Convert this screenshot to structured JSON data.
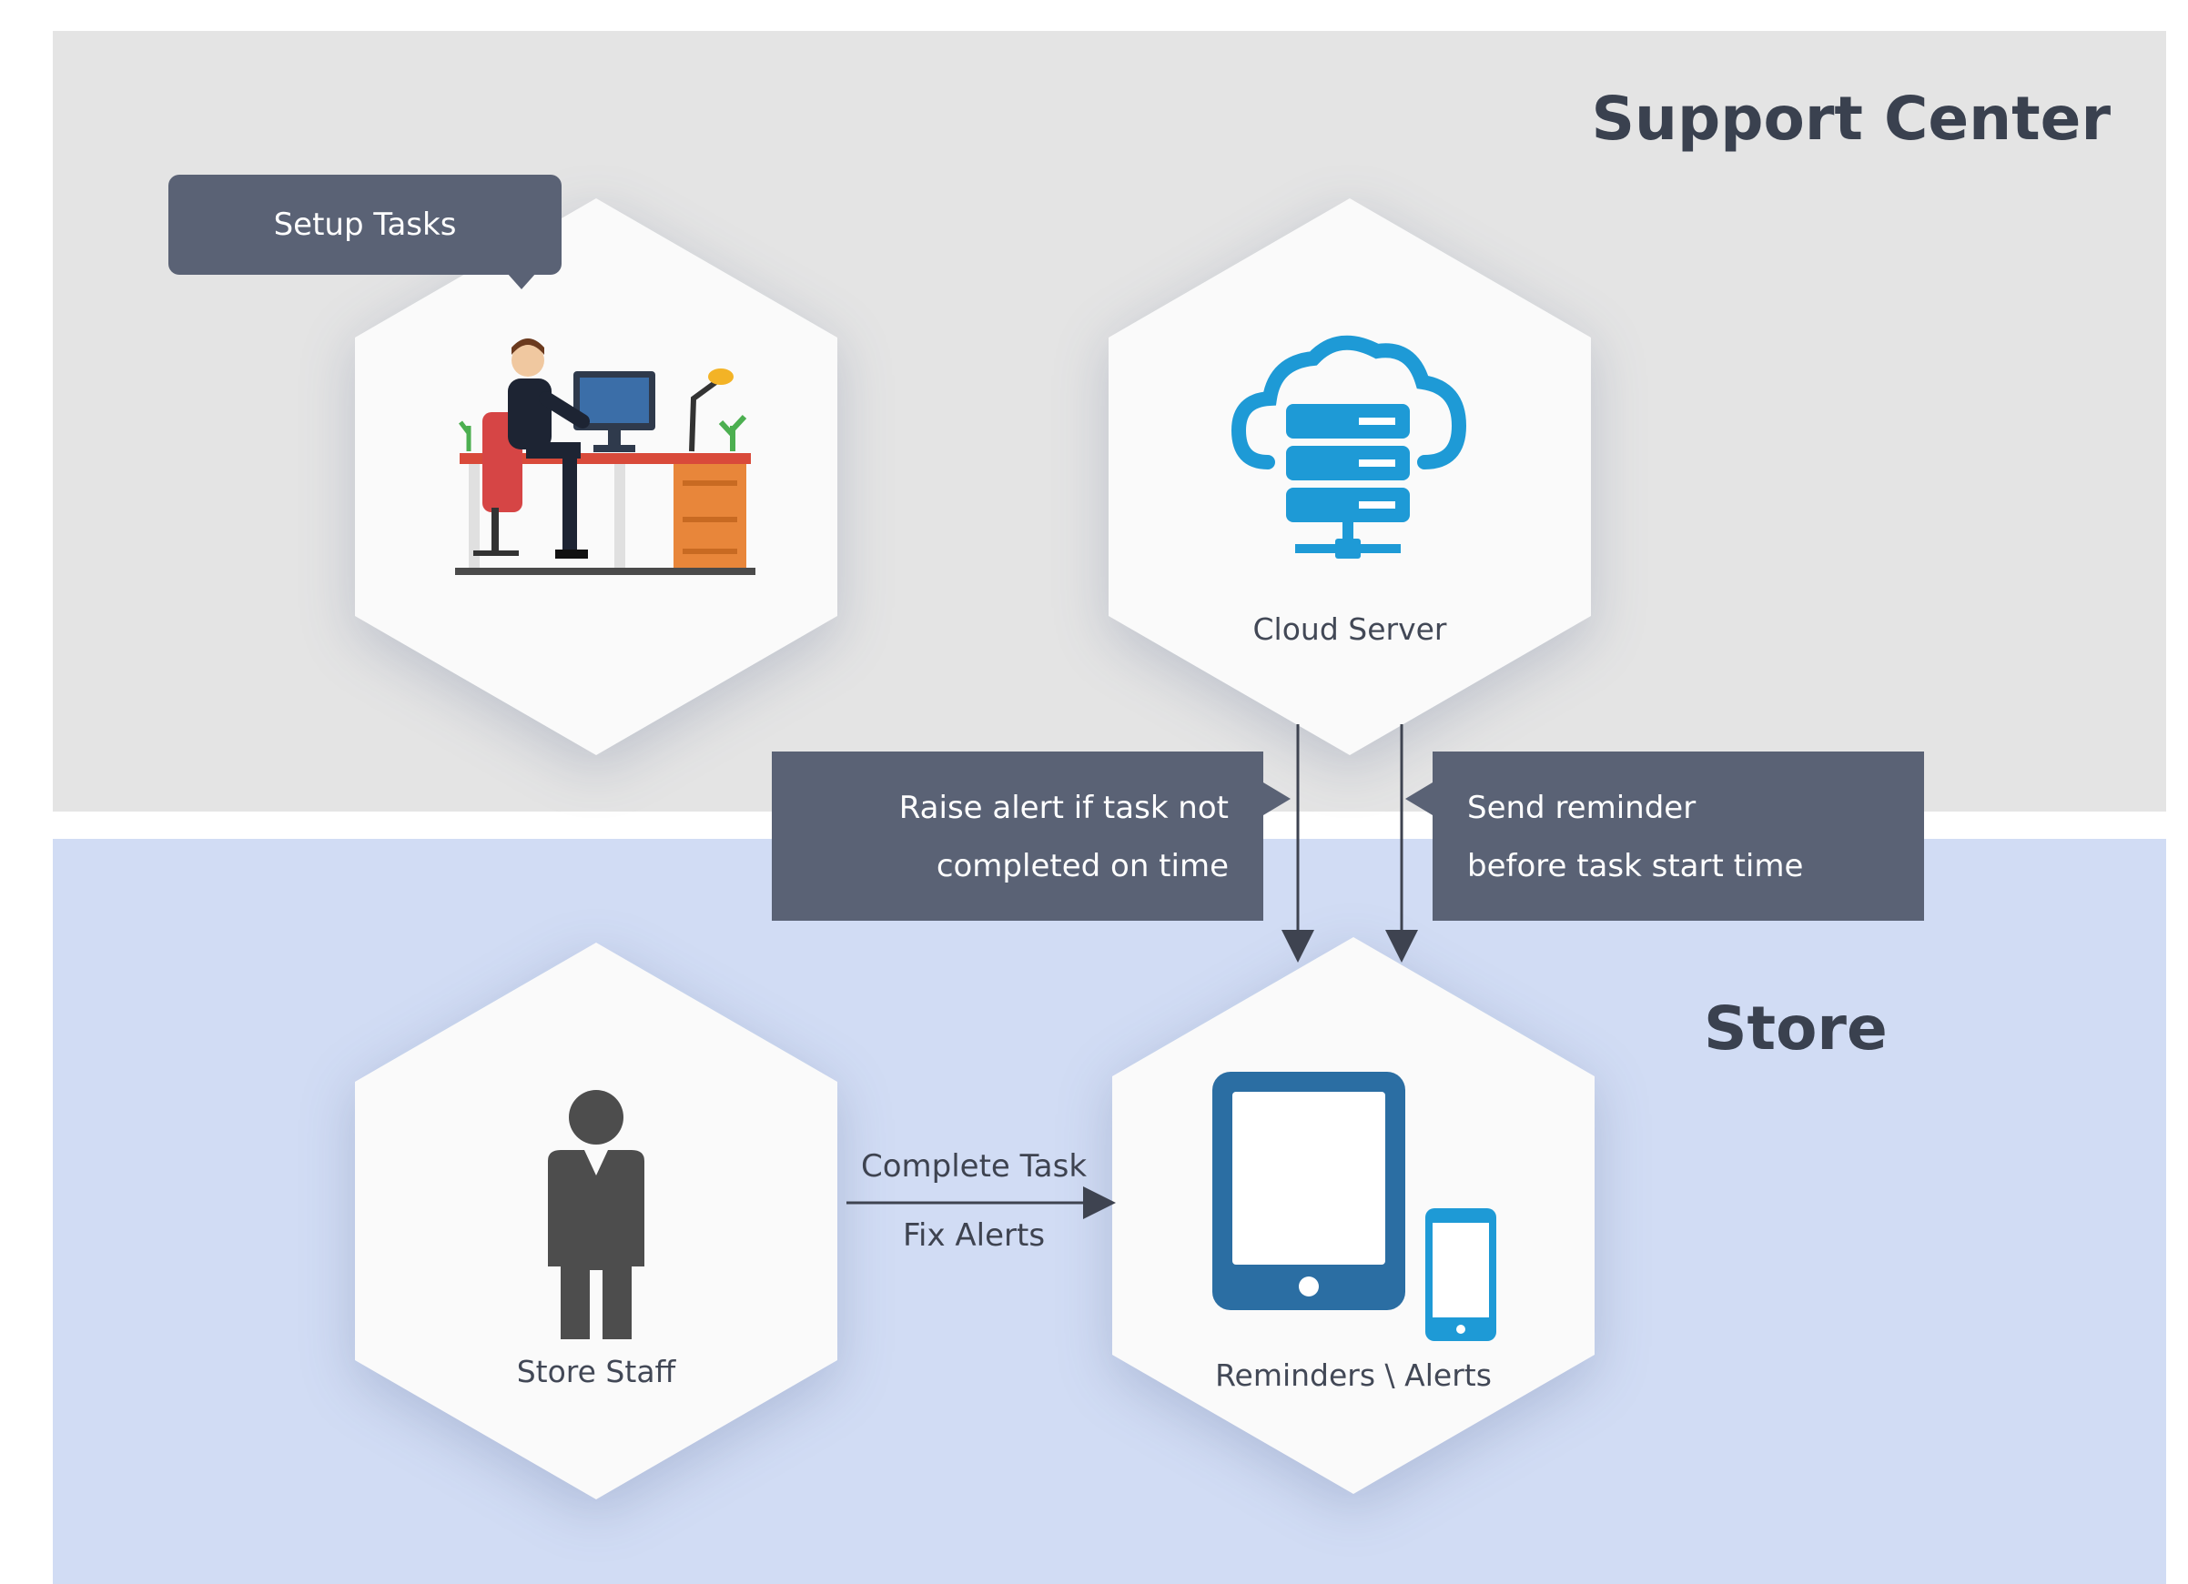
{
  "zones": {
    "support_center": {
      "title": "Support Center",
      "color": "#e4e4e4"
    },
    "store": {
      "title": "Store",
      "color": "#d1dcf4"
    }
  },
  "nodes": {
    "setup": {
      "callout": "Setup Tasks",
      "icon": "person-at-desk-icon"
    },
    "cloud": {
      "label": "Cloud Server",
      "icon": "cloud-server-icon",
      "color": "#1e9ad6"
    },
    "staff": {
      "label": "Store Staff",
      "icon": "store-staff-icon"
    },
    "alerts": {
      "label": "Reminders \\ Alerts",
      "icon": "tablet-phone-icon",
      "color": "#2b6ea3"
    }
  },
  "messages": {
    "raise_alert": {
      "line1": "Raise alert if task not",
      "line2": "completed on time"
    },
    "send_reminder": {
      "line1": "Send reminder",
      "line2": "before task start time"
    }
  },
  "flow": {
    "complete_task": "Complete Task",
    "fix_alerts": "Fix Alerts"
  },
  "colors": {
    "dark_box": "#5a6275",
    "text_dark": "#3a414f"
  }
}
